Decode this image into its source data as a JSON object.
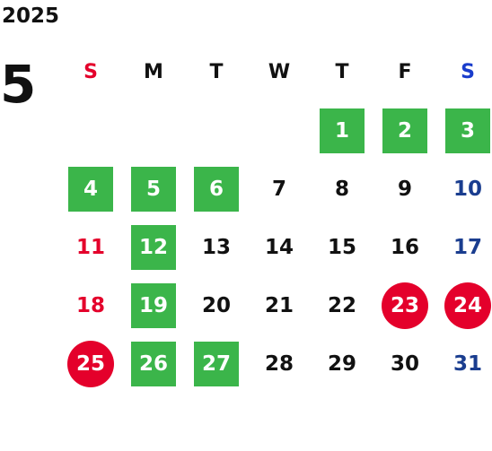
{
  "year": "2025",
  "month": "5",
  "weekdays": [
    "S",
    "M",
    "T",
    "W",
    "T",
    "F",
    "S"
  ],
  "colors": {
    "green": "#3bb54a",
    "red": "#e4002b",
    "sunday_text": "#e4002b",
    "saturday_text": "#1a3d8f"
  },
  "weeks": [
    [
      {
        "label": "",
        "style": "empty"
      },
      {
        "label": "",
        "style": "empty"
      },
      {
        "label": "",
        "style": "empty"
      },
      {
        "label": "",
        "style": "empty"
      },
      {
        "label": "1",
        "style": "green"
      },
      {
        "label": "2",
        "style": "green"
      },
      {
        "label": "3",
        "style": "green"
      }
    ],
    [
      {
        "label": "4",
        "style": "green"
      },
      {
        "label": "5",
        "style": "green"
      },
      {
        "label": "6",
        "style": "green"
      },
      {
        "label": "7",
        "style": "plain"
      },
      {
        "label": "8",
        "style": "plain"
      },
      {
        "label": "9",
        "style": "plain"
      },
      {
        "label": "10",
        "style": "plain"
      }
    ],
    [
      {
        "label": "11",
        "style": "plain"
      },
      {
        "label": "12",
        "style": "green"
      },
      {
        "label": "13",
        "style": "plain"
      },
      {
        "label": "14",
        "style": "plain"
      },
      {
        "label": "15",
        "style": "plain"
      },
      {
        "label": "16",
        "style": "plain"
      },
      {
        "label": "17",
        "style": "plain"
      }
    ],
    [
      {
        "label": "18",
        "style": "plain"
      },
      {
        "label": "19",
        "style": "green"
      },
      {
        "label": "20",
        "style": "plain"
      },
      {
        "label": "21",
        "style": "plain"
      },
      {
        "label": "22",
        "style": "plain"
      },
      {
        "label": "23",
        "style": "red-circle"
      },
      {
        "label": "24",
        "style": "red-circle"
      }
    ],
    [
      {
        "label": "25",
        "style": "red-circle"
      },
      {
        "label": "26",
        "style": "green"
      },
      {
        "label": "27",
        "style": "green"
      },
      {
        "label": "28",
        "style": "plain"
      },
      {
        "label": "29",
        "style": "plain"
      },
      {
        "label": "30",
        "style": "plain"
      },
      {
        "label": "31",
        "style": "plain"
      }
    ]
  ]
}
